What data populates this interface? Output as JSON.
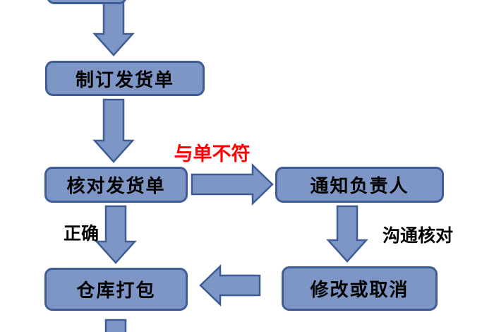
{
  "diagram": {
    "type": "flowchart",
    "title": ""
  },
  "colors": {
    "background": "#ffffff",
    "node_fill": "#7d96c5",
    "node_border": "#3e5c96",
    "arrow_fill": "#7d96c5",
    "arrow_border": "#3e5c96",
    "node_text": "#000000",
    "mismatch_label": "#ff0000",
    "edge_label": "#000000"
  },
  "nodes": [
    {
      "id": "previous-step-partial",
      "label": ""
    },
    {
      "id": "create-shipping-order",
      "label": "制订发货单"
    },
    {
      "id": "verify-shipping-order",
      "label": "核对发货单"
    },
    {
      "id": "notify-person-in-charge",
      "label": "通知负责人"
    },
    {
      "id": "warehouse-packing",
      "label": "仓库打包"
    },
    {
      "id": "modify-or-cancel",
      "label": "修改或取消"
    }
  ],
  "edge_labels": [
    {
      "id": "mismatch",
      "text": "与单不符"
    },
    {
      "id": "correct",
      "text": "正确"
    },
    {
      "id": "communicate-verify",
      "text": "沟通核对"
    }
  ]
}
